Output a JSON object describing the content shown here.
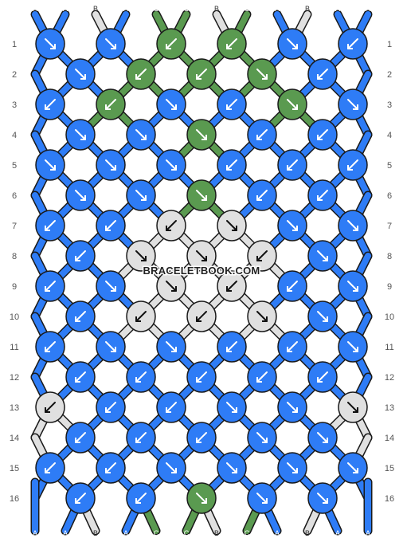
{
  "watermark": "BRACELETBOOK.COM",
  "colors": {
    "A": "#2e7cf6",
    "B": "#e0e0e0",
    "C": "#5a9a50",
    "outline": "#1a1a1a",
    "bg": "#ffffff"
  },
  "strings_top": [
    "A",
    "A",
    "B",
    "A",
    "C",
    "C",
    "B",
    "C",
    "A",
    "B",
    "A",
    "A"
  ],
  "strings_bottom": [
    "A",
    "A",
    "B",
    "A",
    "C",
    "C",
    "B",
    "C",
    "A",
    "B",
    "A",
    "A"
  ],
  "rows": [
    {
      "number": "1",
      "knots": [
        [
          "A",
          "fwd"
        ],
        [
          "A",
          "fwd"
        ],
        [
          "C",
          "back"
        ],
        [
          "C",
          "back"
        ],
        [
          "A",
          "fwd"
        ],
        [
          "A",
          "back"
        ]
      ]
    },
    {
      "number": "2",
      "knots": [
        [
          "A",
          "fwd"
        ],
        [
          "C",
          "back"
        ],
        [
          "C",
          "back"
        ],
        [
          "C",
          "fwd"
        ],
        [
          "A",
          "back"
        ]
      ]
    },
    {
      "number": "3",
      "knots": [
        [
          "A",
          "back"
        ],
        [
          "C",
          "back"
        ],
        [
          "A",
          "fwd"
        ],
        [
          "A",
          "back"
        ],
        [
          "C",
          "fwd"
        ],
        [
          "A",
          "fwd"
        ]
      ]
    },
    {
      "number": "4",
      "knots": [
        [
          "A",
          "fwd"
        ],
        [
          "A",
          "fwd"
        ],
        [
          "C",
          "fwd"
        ],
        [
          "A",
          "back"
        ],
        [
          "A",
          "back"
        ]
      ]
    },
    {
      "number": "5",
      "knots": [
        [
          "A",
          "fwd"
        ],
        [
          "A",
          "fwd"
        ],
        [
          "A",
          "fwd"
        ],
        [
          "A",
          "back"
        ],
        [
          "A",
          "back"
        ],
        [
          "A",
          "back"
        ]
      ]
    },
    {
      "number": "6",
      "knots": [
        [
          "A",
          "fwd"
        ],
        [
          "A",
          "fwd"
        ],
        [
          "C",
          "fwd"
        ],
        [
          "A",
          "back"
        ],
        [
          "A",
          "back"
        ]
      ]
    },
    {
      "number": "7",
      "knots": [
        [
          "A",
          "back"
        ],
        [
          "A",
          "back"
        ],
        [
          "B",
          "back"
        ],
        [
          "B",
          "fwd"
        ],
        [
          "A",
          "fwd"
        ],
        [
          "A",
          "fwd"
        ]
      ]
    },
    {
      "number": "8",
      "knots": [
        [
          "A",
          "back"
        ],
        [
          "B",
          "fwd"
        ],
        [
          "B",
          "fwd"
        ],
        [
          "B",
          "back"
        ],
        [
          "A",
          "fwd"
        ]
      ]
    },
    {
      "number": "9",
      "knots": [
        [
          "A",
          "back"
        ],
        [
          "A",
          "fwd"
        ],
        [
          "B",
          "fwd"
        ],
        [
          "B",
          "back"
        ],
        [
          "A",
          "back"
        ],
        [
          "A",
          "fwd"
        ]
      ]
    },
    {
      "number": "10",
      "knots": [
        [
          "A",
          "back"
        ],
        [
          "B",
          "back"
        ],
        [
          "B",
          "back"
        ],
        [
          "B",
          "fwd"
        ],
        [
          "A",
          "fwd"
        ]
      ]
    },
    {
      "number": "11",
      "knots": [
        [
          "A",
          "back"
        ],
        [
          "A",
          "fwd"
        ],
        [
          "A",
          "fwd"
        ],
        [
          "A",
          "back"
        ],
        [
          "A",
          "back"
        ],
        [
          "A",
          "fwd"
        ]
      ]
    },
    {
      "number": "12",
      "knots": [
        [
          "A",
          "back"
        ],
        [
          "A",
          "back"
        ],
        [
          "A",
          "back"
        ],
        [
          "A",
          "back"
        ],
        [
          "A",
          "back"
        ]
      ]
    },
    {
      "number": "13",
      "knots": [
        [
          "B",
          "back"
        ],
        [
          "A",
          "back"
        ],
        [
          "A",
          "back"
        ],
        [
          "A",
          "fwd"
        ],
        [
          "A",
          "fwd"
        ],
        [
          "B",
          "fwd"
        ]
      ]
    },
    {
      "number": "14",
      "knots": [
        [
          "A",
          "back"
        ],
        [
          "A",
          "back"
        ],
        [
          "A",
          "back"
        ],
        [
          "A",
          "fwd"
        ],
        [
          "A",
          "fwd"
        ]
      ]
    },
    {
      "number": "15",
      "knots": [
        [
          "A",
          "back"
        ],
        [
          "A",
          "back"
        ],
        [
          "A",
          "fwd"
        ],
        [
          "A",
          "fwd"
        ],
        [
          "A",
          "fwd"
        ],
        [
          "A",
          "fwd"
        ]
      ]
    },
    {
      "number": "16",
      "knots": [
        [
          "A",
          "back"
        ],
        [
          "A",
          "back"
        ],
        [
          "C",
          "fwd"
        ],
        [
          "A",
          "fwd"
        ],
        [
          "A",
          "fwd"
        ]
      ]
    }
  ]
}
